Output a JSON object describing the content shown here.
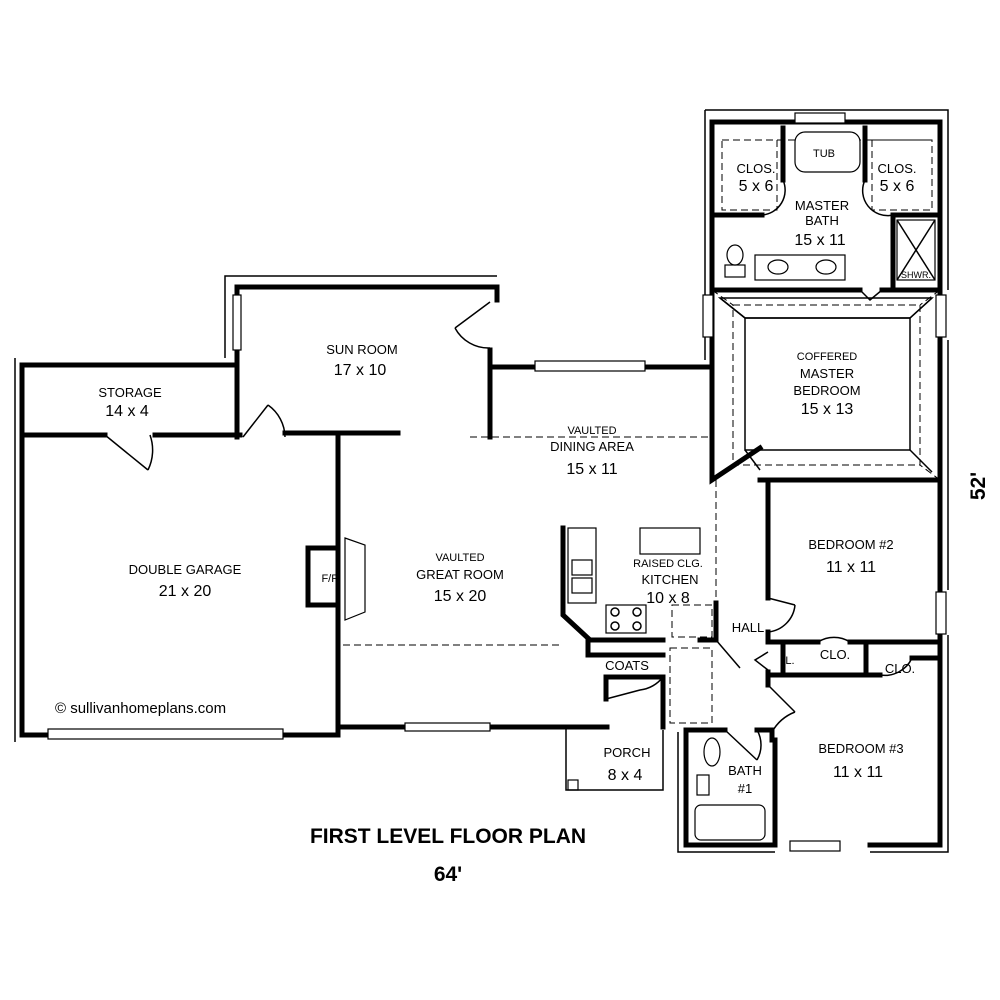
{
  "plan": {
    "title": "FIRST LEVEL FLOOR PLAN",
    "width_dim": "64'",
    "depth_dim": "52'",
    "credit": "© sullivanhomeplans.com"
  },
  "rooms": {
    "storage": {
      "name": "STORAGE",
      "size": "14 x 4"
    },
    "garage": {
      "name": "DOUBLE GARAGE",
      "size": "21 x 20"
    },
    "sunroom": {
      "name": "SUN ROOM",
      "size": "17 x 10"
    },
    "dining": {
      "note": "VAULTED",
      "name": "DINING AREA",
      "size": "15 x 11"
    },
    "great": {
      "note": "VAULTED",
      "name": "GREAT ROOM",
      "size": "15 x 20"
    },
    "fireplace": {
      "name": "F/P"
    },
    "kitchen": {
      "note": "RAISED CLG.",
      "name": "KITCHEN",
      "size": "10 x 8"
    },
    "coats": {
      "name": "COATS"
    },
    "porch": {
      "name": "PORCH",
      "size": "8 x 4"
    },
    "hall": {
      "name": "HALL"
    },
    "bath1": {
      "name": "BATH",
      "num": "#1"
    },
    "bedroom2": {
      "name": "BEDROOM #2",
      "size": "11 x 11"
    },
    "bedroom3": {
      "name": "BEDROOM #3",
      "size": "11 x 11"
    },
    "clo_a": {
      "name": "CLO."
    },
    "clo_b": {
      "name": "CLO."
    },
    "linen": {
      "name": "L."
    },
    "master_bed": {
      "note": "COFFERED",
      "name1": "MASTER",
      "name2": "BEDROOM",
      "size": "15 x 13"
    },
    "master_bath": {
      "name1": "MASTER",
      "name2": "BATH",
      "size": "15 x 11"
    },
    "clos_left": {
      "name": "CLOS.",
      "size": "5 x 6"
    },
    "clos_right": {
      "name": "CLOS.",
      "size": "5 x 6"
    },
    "tub": {
      "name": "TUB"
    },
    "shower": {
      "name": "SHWR."
    }
  }
}
